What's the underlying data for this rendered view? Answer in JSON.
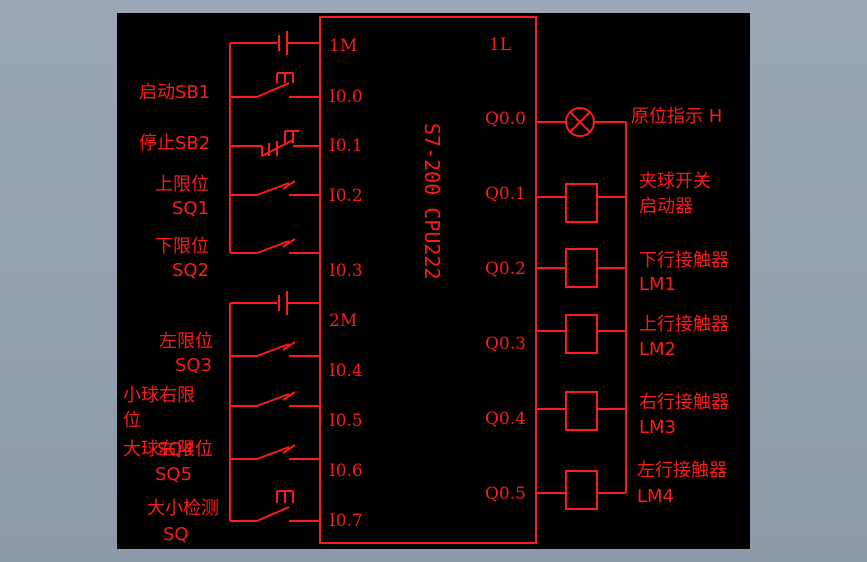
{
  "plc": {
    "model_text": "S7-200 CPU222",
    "left_pins": [
      "1M",
      "I0.0",
      "I0.1",
      "I0.2",
      "I0.3",
      "2M",
      "I0.4",
      "I0.5",
      "I0.6",
      "I0.7"
    ],
    "right_pins": [
      "1L",
      "Q0.0",
      "Q0.1",
      "Q0.2",
      "Q0.3",
      "Q0.4",
      "Q0.5"
    ]
  },
  "inputs": [
    {
      "label": "启动SB1"
    },
    {
      "label": "停止SB2"
    },
    {
      "label": "上限位",
      "sub": "SQ1"
    },
    {
      "label": "下限位",
      "sub": "SQ2"
    },
    {
      "label": "左限位",
      "sub": "SQ3"
    },
    {
      "label": "小球右限",
      "sub": "位"
    },
    {
      "label": "大球右限位",
      "overlap": "SQ4",
      "sub": "SQ5"
    },
    {
      "label": "大小检测",
      "sub": "SQ"
    }
  ],
  "outputs": [
    {
      "label": "原位指示 H"
    },
    {
      "label": "夹球开关",
      "sub": "启动器"
    },
    {
      "label": "下行接触器",
      "sub": "LM1"
    },
    {
      "label": "上行接触器",
      "sub": "LM2"
    },
    {
      "label": "右行接触器",
      "sub": "LM3"
    },
    {
      "label": "左行接触器",
      "sub": "LM4"
    }
  ],
  "colors": {
    "wire": "#ff1a1a",
    "background": "#000000",
    "frame": "#9aa7b5"
  },
  "icons": [
    "battery-icon",
    "switch-icon",
    "lamp-icon",
    "coil-icon"
  ]
}
